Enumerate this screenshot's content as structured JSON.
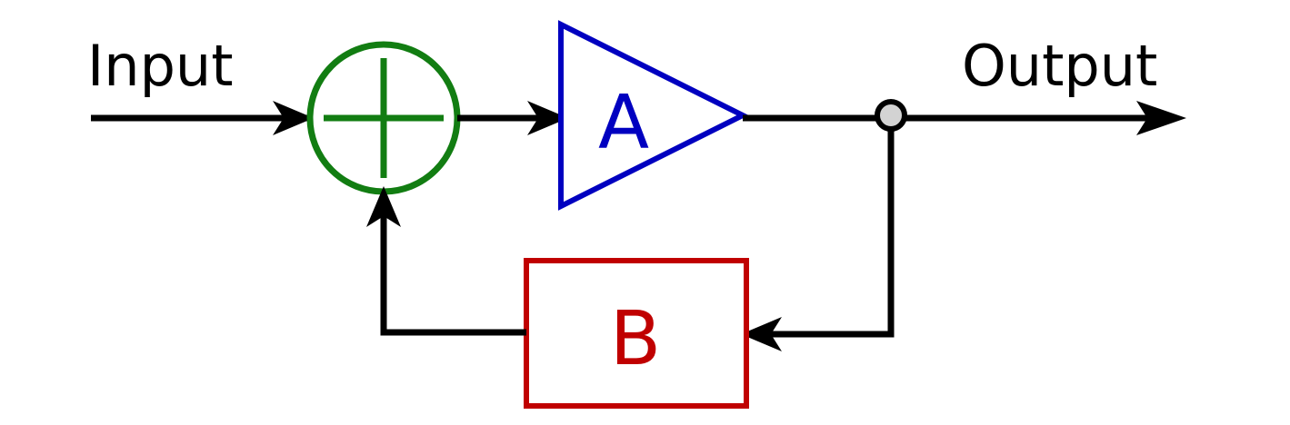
{
  "labels": {
    "input": "Input",
    "output": "Output",
    "amplifier": "A",
    "feedback": "B"
  },
  "colors": {
    "line": "#000000",
    "summing_junction": "#127d12",
    "amplifier": "#0000c0",
    "feedback": "#c00000",
    "node_fill": "#d3d3d3"
  },
  "icons": {
    "summing_junction": "circle-plus-icon",
    "amplifier": "triangle-amplifier-icon",
    "junction_node": "junction-dot-icon",
    "arrowhead": "arrowhead-icon"
  }
}
